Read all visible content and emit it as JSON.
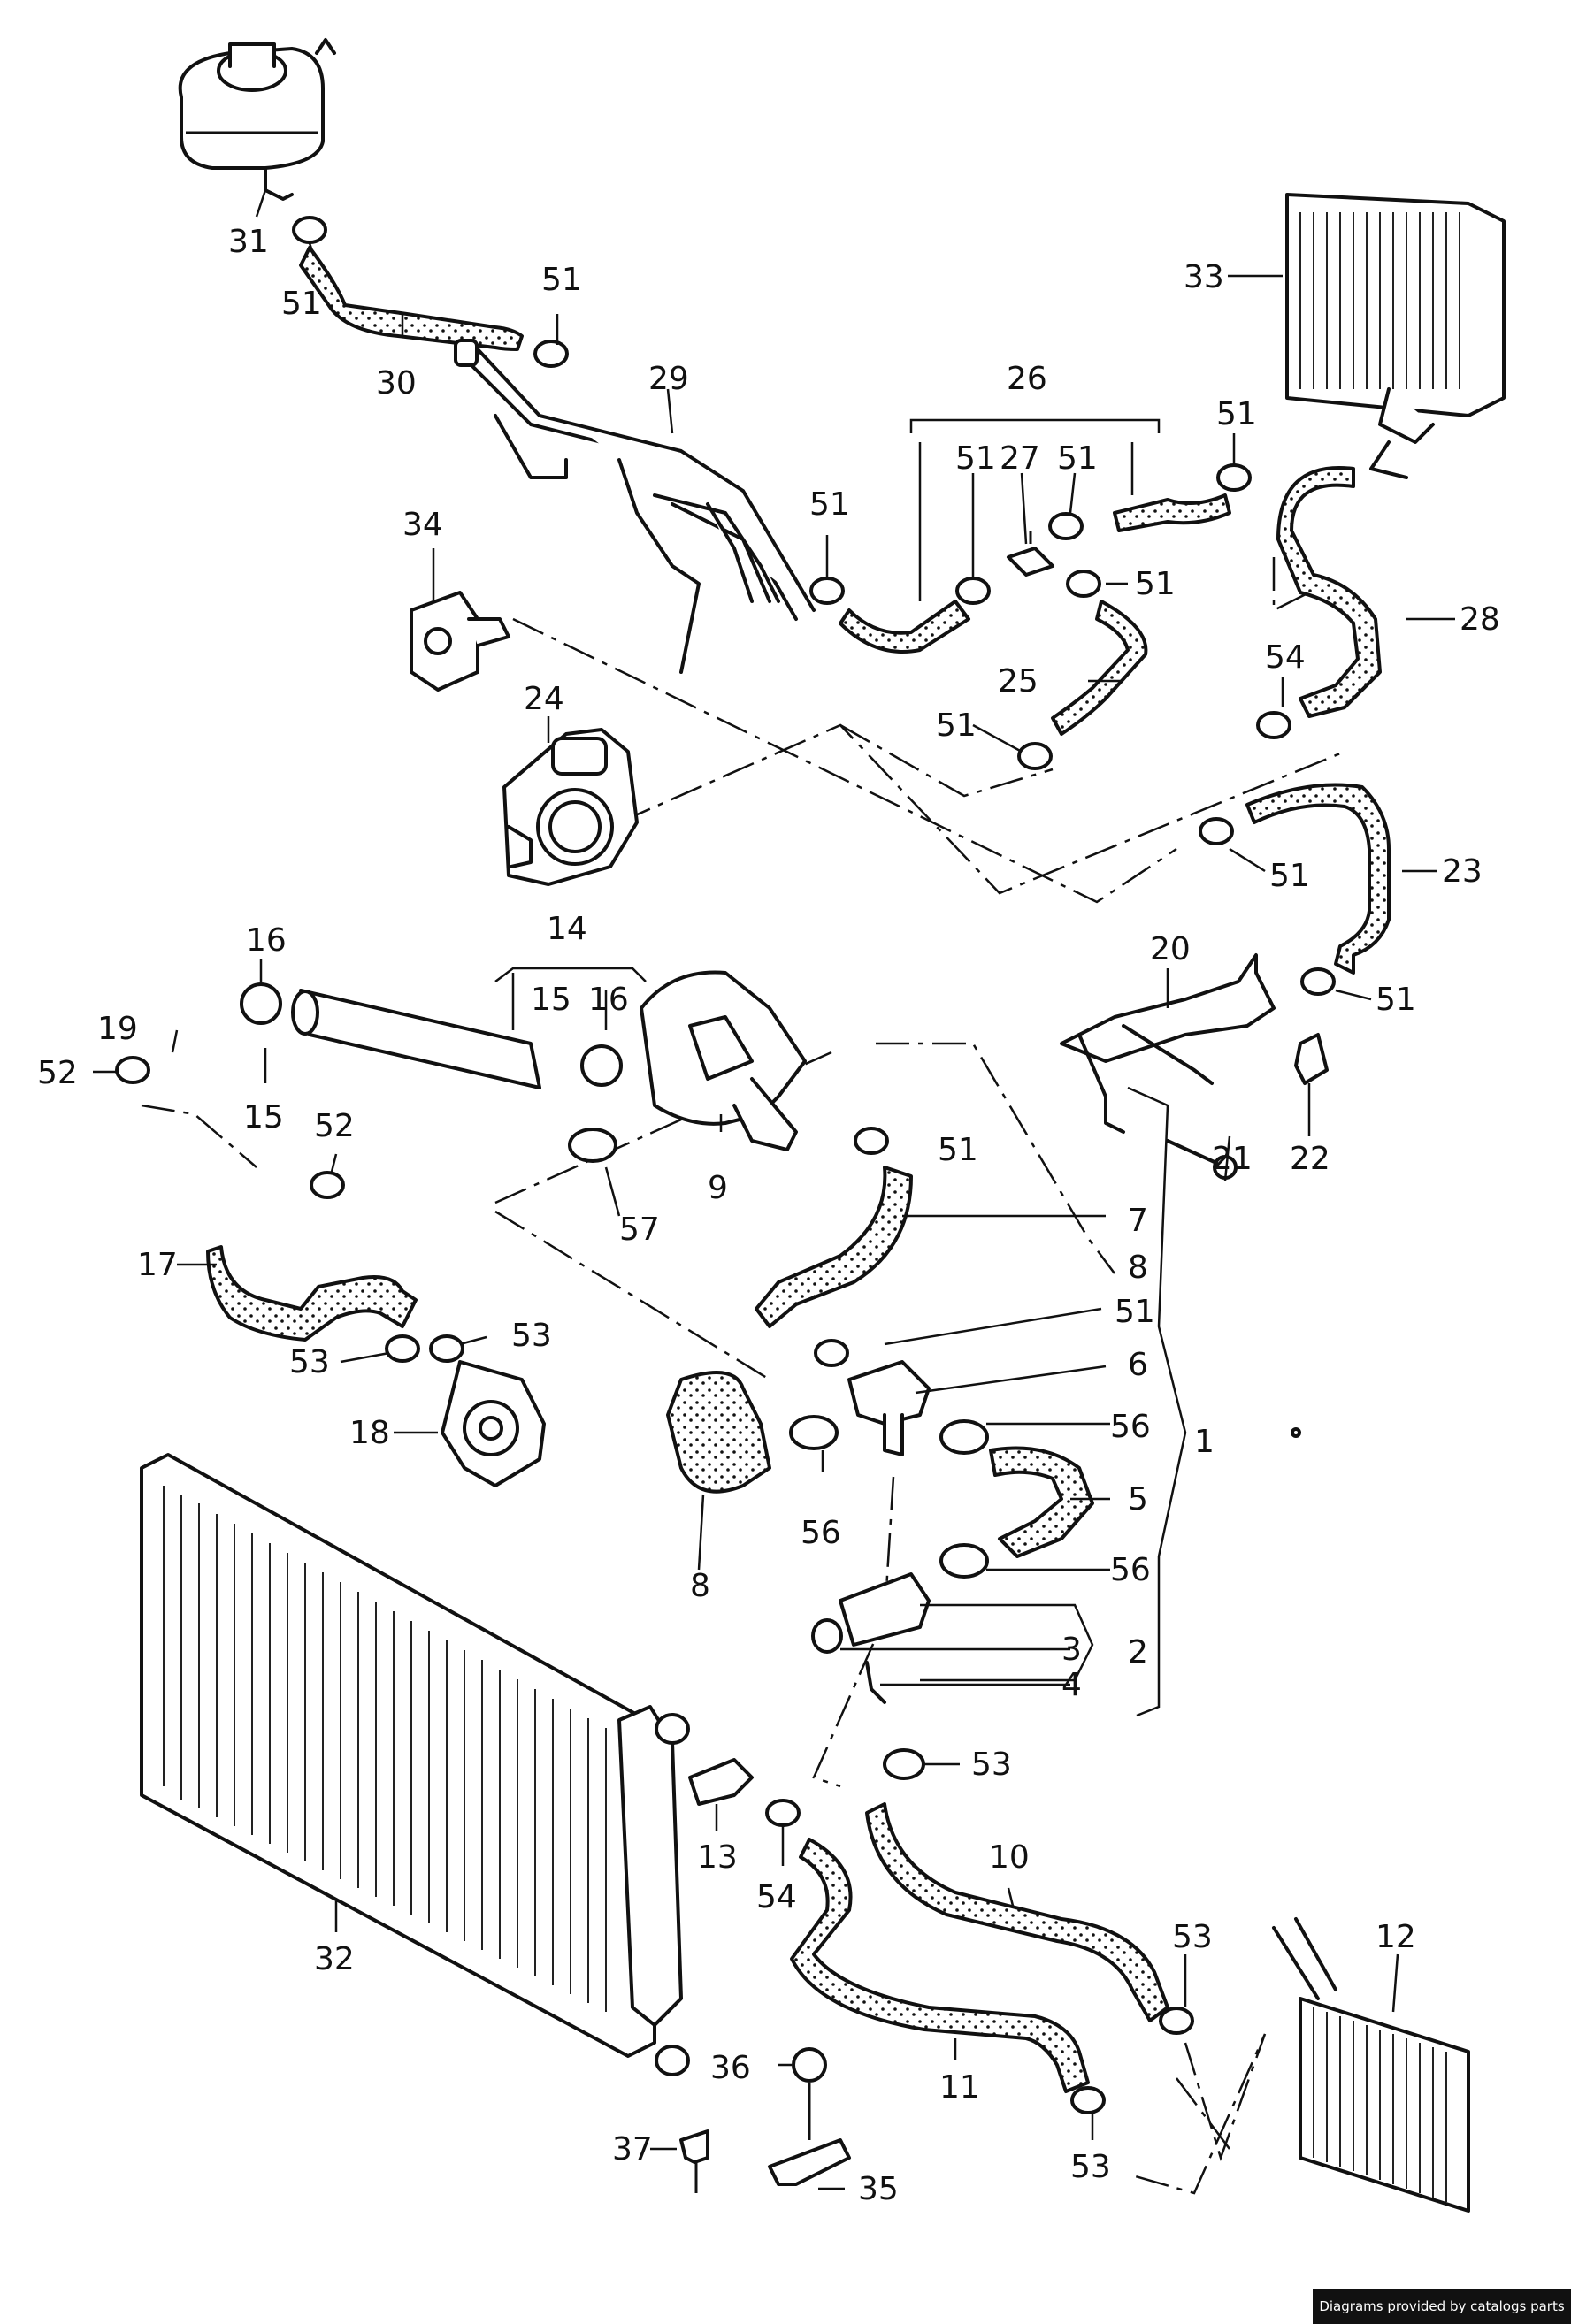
{
  "footer": {
    "credit": "Diagrams provided by catalogs parts"
  },
  "callouts": {
    "c1": "1",
    "c2": "2",
    "c3": "3",
    "c4": "4",
    "c5": "5",
    "c6": "6",
    "c7": "7",
    "c8a": "8",
    "c8b": "8",
    "c9": "9",
    "c10": "10",
    "c11": "11",
    "c12": "12",
    "c13": "13",
    "c14": "14",
    "c15a": "15",
    "c15b": "15",
    "c16a": "16",
    "c16b": "16",
    "c17": "17",
    "c18": "18",
    "c19": "19",
    "c20": "20",
    "c21": "21",
    "c22": "22",
    "c23": "23",
    "c24": "24",
    "c25": "25",
    "c26": "26",
    "c27": "27",
    "c28": "28",
    "c29": "29",
    "c30": "30",
    "c31": "31",
    "c32": "32",
    "c33": "33",
    "c34": "34",
    "c35": "35",
    "c36": "36",
    "c37": "37",
    "c51a": "51",
    "c51b": "51",
    "c51c": "51",
    "c51d": "51",
    "c51e": "51",
    "c51f": "51",
    "c51g": "51",
    "c51h": "51",
    "c51i": "51",
    "c51j": "51",
    "c51k": "51",
    "c51l": "51",
    "c52a": "52",
    "c52b": "52",
    "c53a": "53",
    "c53b": "53",
    "c53c": "53",
    "c53d": "53",
    "c53e": "53",
    "c54a": "54",
    "c54b": "54",
    "c56a": "56",
    "c56b": "56",
    "c56c": "56",
    "c57": "57"
  }
}
